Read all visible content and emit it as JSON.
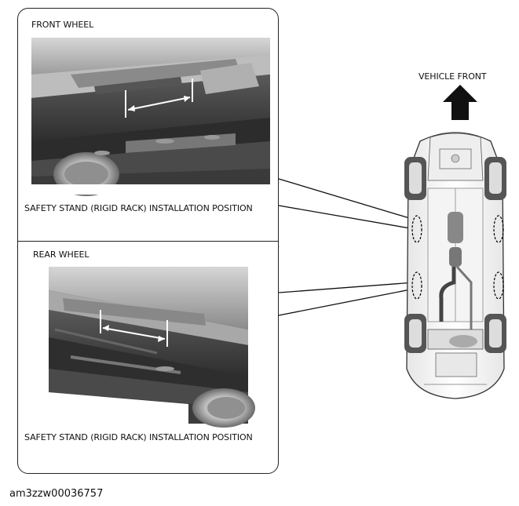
{
  "figure": {
    "front_wheel_label": "FRONT WHEEL",
    "rear_wheel_label": "REAR WHEEL",
    "front_position_caption": "SAFETY STAND (RIGID RACK) INSTALLATION POSITION",
    "rear_position_caption": "SAFETY STAND (RIGID RACK) INSTALLATION POSITION",
    "vehicle_front_label": "VEHICLE FRONT",
    "figure_id": "am3zzw00036757"
  }
}
